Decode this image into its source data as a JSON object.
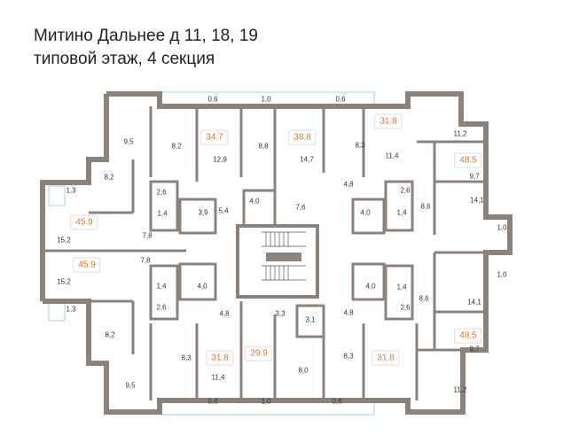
{
  "title": {
    "line1": "Митино Дальнее д 11, 18, 19",
    "line2": "типовой этаж, 4 секция"
  },
  "colors": {
    "wall": "#8c827c",
    "window": "#bfe2ee",
    "area_text": "#e0772d"
  },
  "apartment_areas": [
    "45.9",
    "45.9",
    "34.7",
    "38.8",
    "31.8",
    "48.5",
    "48.5",
    "31.8",
    "29.9",
    "31.8"
  ],
  "room_areas": [
    "9,5",
    "8,2",
    "8,2",
    "12,9",
    "8,8",
    "14,7",
    "8,3",
    "11,4",
    "11,2",
    "9,7",
    "14,1",
    "1,0",
    "1,3",
    "15,2",
    "2,6",
    "1,4",
    "3,9",
    "5,4",
    "4,0",
    "7,6",
    "4,8",
    "2,6",
    "4,0",
    "1,4",
    "8,6",
    "7,8",
    "7,8",
    "0,6",
    "1,0",
    "0,6",
    "15,2",
    "1,3",
    "1,4",
    "4,0",
    "2,6",
    "4,8",
    "8,2",
    "8,3",
    "11,4",
    "9,5",
    "0,6",
    "1,0",
    "0,6",
    "3,3",
    "3,1",
    "8,0",
    "8,3",
    "4,0",
    "1,4",
    "2,6",
    "8,6",
    "4,8",
    "9,7",
    "14,1",
    "1,0",
    "11,2"
  ]
}
